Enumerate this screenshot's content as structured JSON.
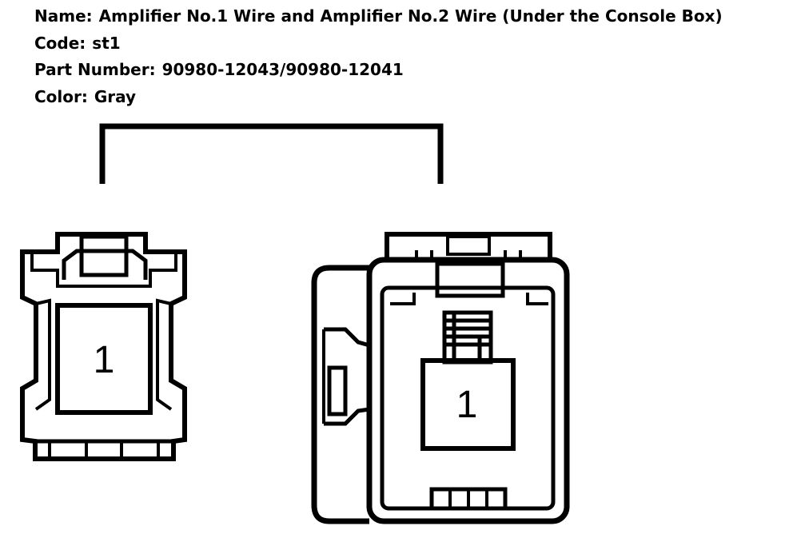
{
  "info": {
    "name_label": "Name:",
    "name_value": "Amplifier No.1 Wire and Amplifier No.2 Wire (Under the Console Box)",
    "code_label": "Code:",
    "code_value": "st1",
    "part_label": "Part Number:",
    "part_value": "90980-12043/90980-12041",
    "color_label": "Color:",
    "color_value": "Gray"
  },
  "connectors": {
    "left_pin": "1",
    "right_pin": "1"
  }
}
